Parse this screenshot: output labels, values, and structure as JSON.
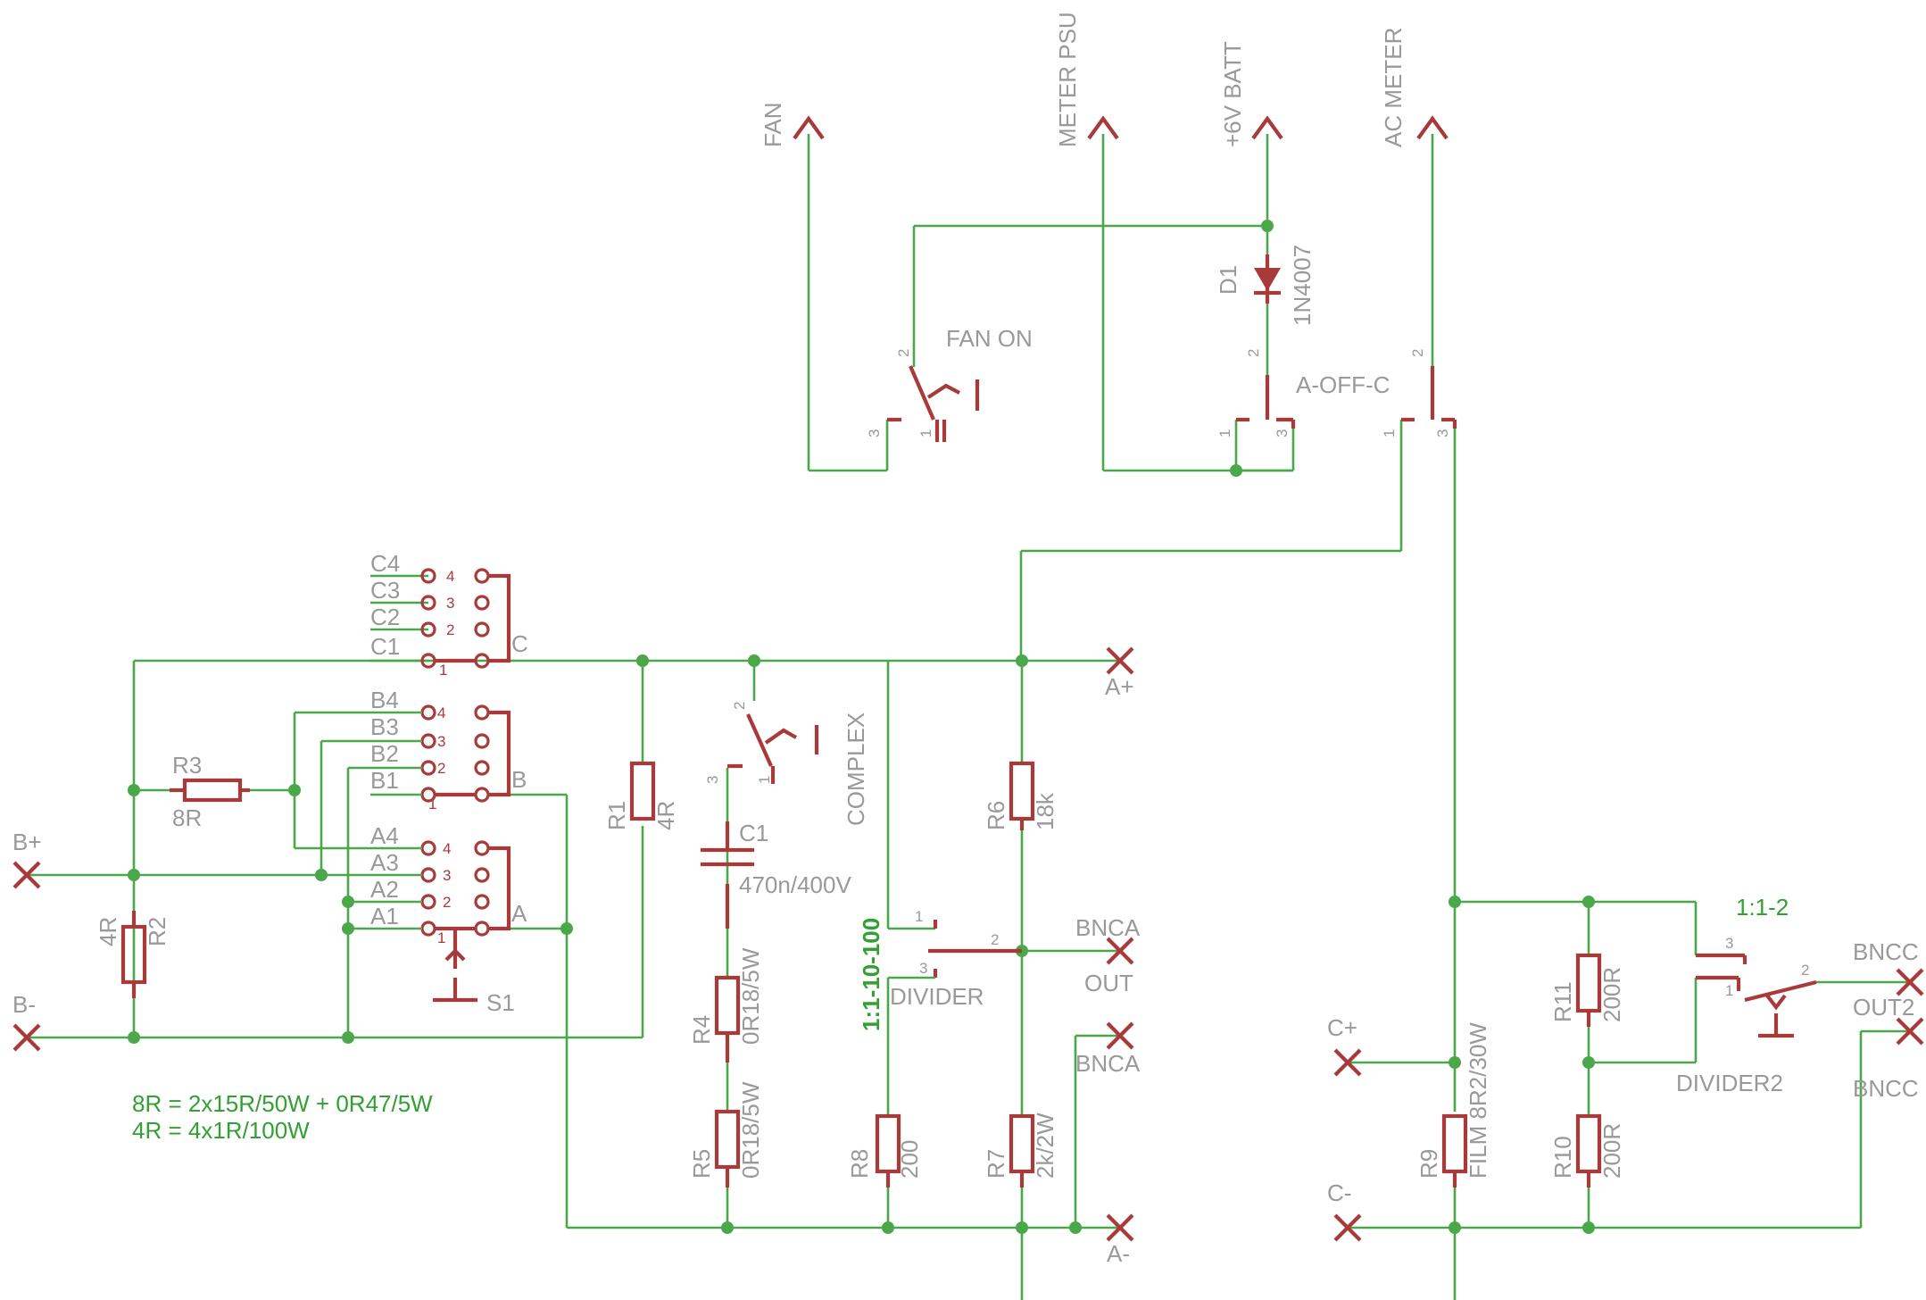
{
  "supplies": {
    "fan": "FAN",
    "meter_psu": "METER PSU",
    "batt": "+6V BATT",
    "ac_meter": "AC METER"
  },
  "switches": {
    "fan_on": "FAN ON",
    "a_off_c": "A-OFF-C",
    "complex": "COMPLEX",
    "divider": "DIVIDER",
    "divider_ratio": "1:1-10-100",
    "divider2": "DIVIDER2",
    "divider2_ratio": "1:1-2",
    "s1": "S1"
  },
  "diode": {
    "name": "D1",
    "value": "1N4007"
  },
  "resistors": {
    "r1": {
      "name": "R1",
      "value": "4R"
    },
    "r2": {
      "name": "R2",
      "value": "4R"
    },
    "r3": {
      "name": "R3",
      "value": "8R"
    },
    "r4": {
      "name": "R4",
      "value": "0R18/5W"
    },
    "r5": {
      "name": "R5",
      "value": "0R18/5W"
    },
    "r6": {
      "name": "R6",
      "value": "18k"
    },
    "r7": {
      "name": "R7",
      "value": "2k/2W"
    },
    "r8": {
      "name": "R8",
      "value": "200"
    },
    "r9": {
      "name": "R9",
      "value": "FILM 8R2/30W"
    },
    "r10": {
      "name": "R10",
      "value": "200R"
    },
    "r11": {
      "name": "R11",
      "value": "200R"
    }
  },
  "capacitor": {
    "name": "C1",
    "value": "470n/400V"
  },
  "terminals": {
    "b_plus": "B+",
    "b_minus": "B-",
    "a_plus": "A+",
    "a_minus": "A-",
    "c_plus": "C+",
    "c_minus": "C-",
    "bnca": "BNCA",
    "out": "OUT",
    "bnca2": "BNCA",
    "bncc": "BNCC",
    "out2": "OUT2",
    "bncc2": "BNCC"
  },
  "selector_rows": {
    "c": [
      "C4",
      "C3",
      "C2",
      "C1"
    ],
    "b": [
      "B4",
      "B3",
      "B2",
      "B1"
    ],
    "a": [
      "A4",
      "A3",
      "A2",
      "A1"
    ],
    "commons": [
      "C",
      "B",
      "A"
    ]
  },
  "pins": {
    "sw_fan": [
      "2",
      "3",
      "1"
    ],
    "sw_batt": [
      "2",
      "1",
      "3"
    ],
    "sw_ac": [
      "2",
      "1",
      "3"
    ],
    "sw_complex": [
      "2",
      "3",
      "1"
    ],
    "sw_divider": [
      "1",
      "3",
      "2"
    ],
    "sw_divider2": [
      "3",
      "1",
      "2"
    ],
    "contacts": [
      "4",
      "3",
      "2",
      "1"
    ]
  },
  "notes": {
    "line1": "8R = 2x15R/50W + 0R47/5W",
    "line2": "4R = 4x1R/100W"
  }
}
